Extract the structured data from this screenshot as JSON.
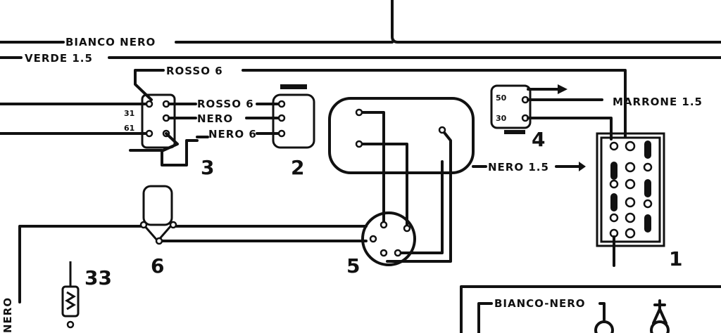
{
  "wires": {
    "bianco_nero_top": "BIANCO NERO",
    "verde": "VERDE 1.5",
    "rosso6_top": "ROSSO 6",
    "rosso6": "ROSSO 6",
    "nero": "NERO",
    "nero6": "NERO 6",
    "marrone": "MARRONE 1.5",
    "nero15": "NERO 1.5",
    "bianco_nero_box": "BIANCO-NERO",
    "nero_left": "NERO"
  },
  "pins": {
    "p50": "50",
    "p30": "30",
    "p31": "31",
    "p61": "61"
  },
  "components": {
    "c1": "1",
    "c2": "2",
    "c3": "3",
    "c4": "4",
    "c5": "5",
    "c6": "6",
    "c33": "33"
  }
}
